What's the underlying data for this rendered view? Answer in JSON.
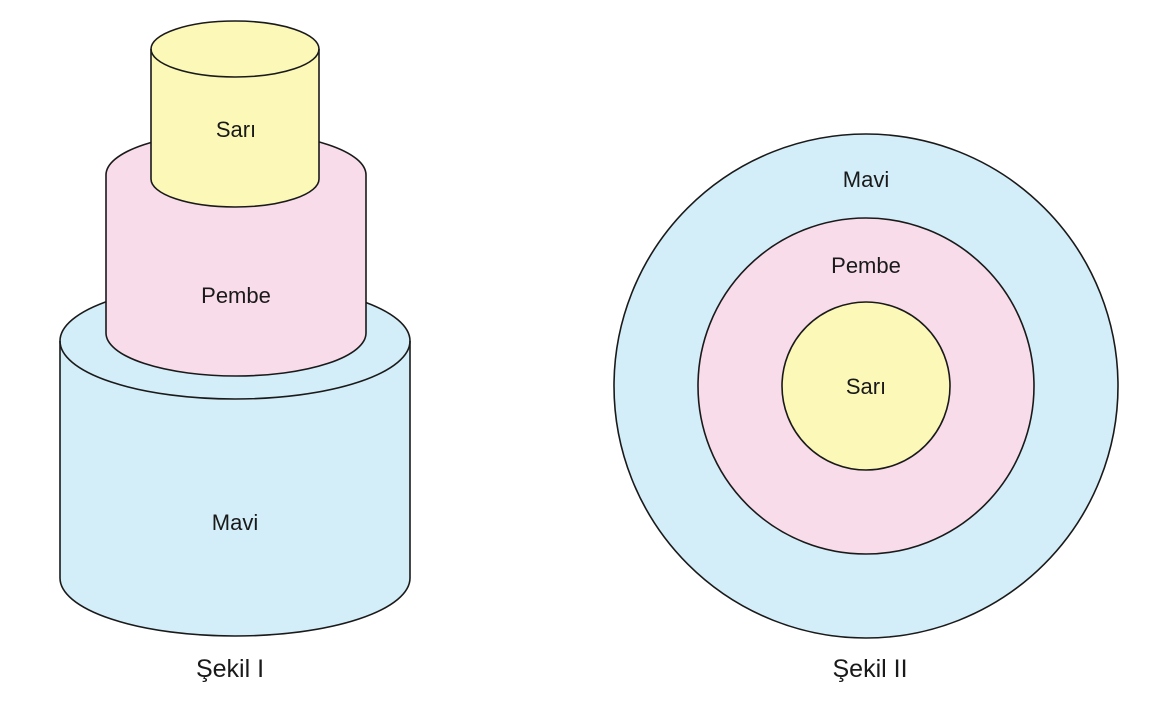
{
  "figure_1": {
    "caption": "Şekil I",
    "tiers": [
      {
        "label": "Sarı",
        "color": "#fbf8b8"
      },
      {
        "label": "Pembe",
        "color": "#f9dcea"
      },
      {
        "label": "Mavi",
        "color": "#d3eef9"
      }
    ]
  },
  "figure_2": {
    "caption": "Şekil II",
    "rings": [
      {
        "label": "Mavi",
        "color": "#d3eef9"
      },
      {
        "label": "Pembe",
        "color": "#f9dcea"
      },
      {
        "label": "Sarı",
        "color": "#fbf8b8"
      }
    ]
  }
}
